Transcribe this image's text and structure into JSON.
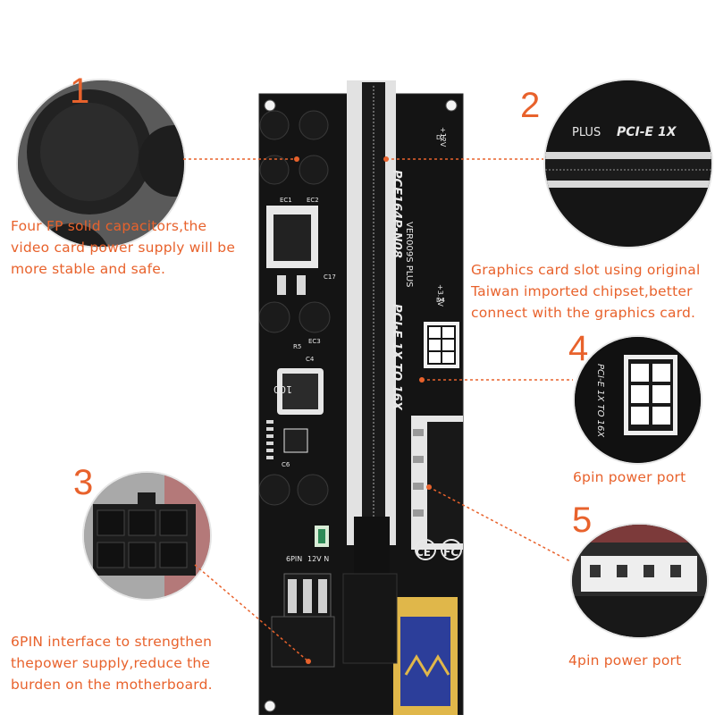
{
  "callouts": [
    {
      "number": "1",
      "lines": [
        "Four FP solid capacitors,the",
        "video card power supply will be",
        "more stable and safe."
      ]
    },
    {
      "number": "2",
      "lines": [
        "Graphics card slot using original",
        "Taiwan imported chipset,better",
        "connect with the graphics card."
      ]
    },
    {
      "number": "3",
      "lines": [
        "6PIN interface to strengthen",
        "thepower supply,reduce the",
        "burden on the motherboard."
      ]
    },
    {
      "number": "4",
      "lines": [
        "6pin power port"
      ]
    },
    {
      "number": "5",
      "lines": [
        "4pin power port"
      ]
    }
  ],
  "board": {
    "model": "PCE164P-N08",
    "version": "VER009S PLUS",
    "type": "PCI-E 1X TO 16X",
    "voltage_12v": "+12V",
    "voltage_33v": "+3.3V",
    "inductor": "100",
    "labels": {
      "sixpin": "6PIN",
      "twelve_v": "12V N",
      "ce": "CE",
      "fc": "FC",
      "d3": "D3",
      "d4": "D4",
      "ec1": "EC1",
      "ec2": "EC2",
      "ec3": "EC3",
      "c4": "C4",
      "r5": "R5",
      "c6": "C6",
      "c17": "C17"
    }
  },
  "zoom_labels": {
    "plus": "PLUS",
    "pcie": "PCI-E 1X",
    "to16x": "PCI-E 1X TO 16X"
  },
  "colors": {
    "accent": "#e8622c",
    "pcb": "#111111",
    "silkscreen": "#e8e8e8",
    "usb": "#e0b74a",
    "slot": "#d9d9d9"
  }
}
